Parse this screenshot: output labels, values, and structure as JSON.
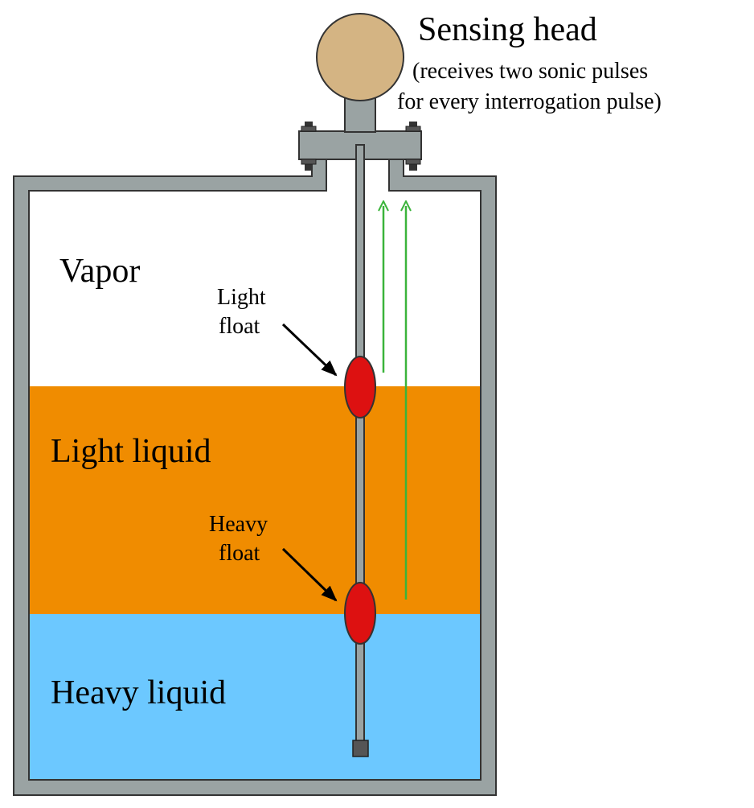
{
  "labels": {
    "sensing_head": "Sensing head",
    "sensing_head_note_line1": "(receives two sonic pulses",
    "sensing_head_note_line2": "for every interrogation pulse)",
    "vapor": "Vapor",
    "light_float_line1": "Light",
    "light_float_line2": "float",
    "light_liquid": "Light liquid",
    "heavy_float_line1": "Heavy",
    "heavy_float_line2": "float",
    "heavy_liquid": "Heavy liquid"
  },
  "colors": {
    "tank_wall": "#9aa3a3",
    "outline": "#333333",
    "light_liquid": "#f08c00",
    "heavy_liquid": "#6cc8ff",
    "float": "#dd1111",
    "sensing_head": "#d4b483",
    "pulse_arrow": "#3bb43b"
  }
}
